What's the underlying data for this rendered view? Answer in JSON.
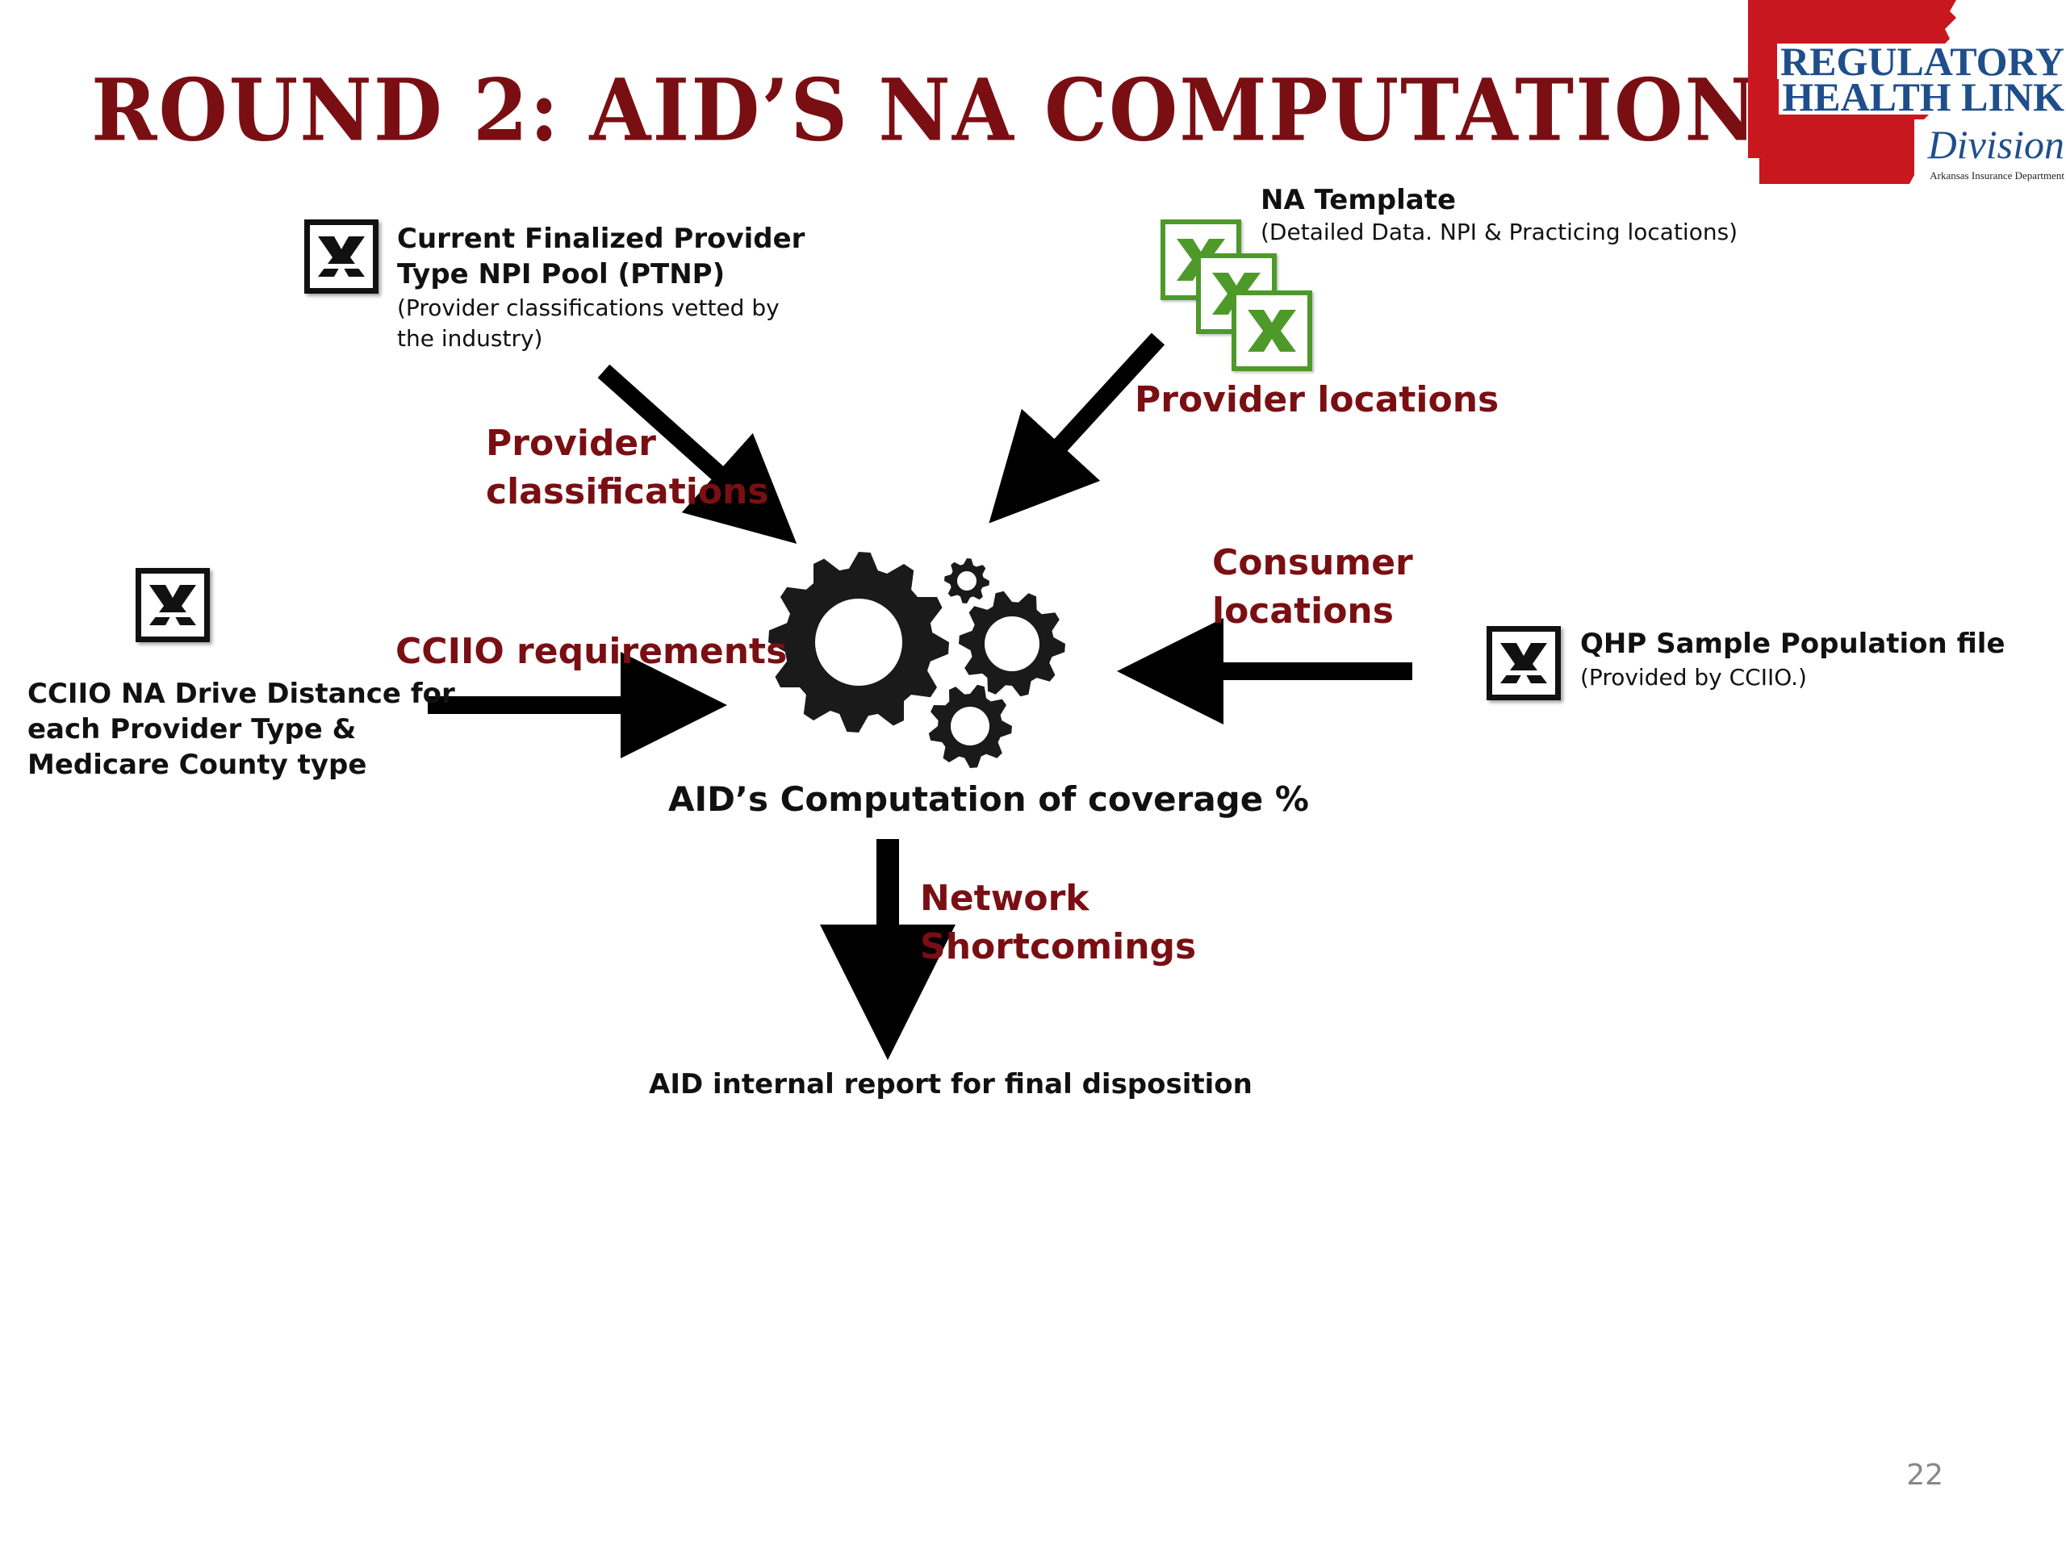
{
  "slide": {
    "title": "ROUND 2: AID’S NA COMPUTATION",
    "page_number": "22"
  },
  "logo": {
    "line1": "REGULATORY",
    "line2": "HEALTH LINK",
    "line3": "Division",
    "line4": "Arkansas Insurance Department"
  },
  "inputs": {
    "ptnp": {
      "title_line1": "Current Finalized Provider",
      "title_line2": "Type NPI Pool (PTNP)",
      "desc_line1": "(Provider classifications vetted by",
      "desc_line2": "the industry)",
      "icon": "excel-file-icon"
    },
    "na_template": {
      "title": "NA Template",
      "desc": "(Detailed Data. NPI & Practicing locations)",
      "icon": "excel-files-stack-icon"
    },
    "cciio": {
      "line1": "CCIIO NA Drive Distance for",
      "line2": "each Provider Type &",
      "line3": "Medicare County type",
      "icon": "excel-file-icon"
    },
    "qhp": {
      "title": "QHP Sample Population file",
      "desc": "(Provided by CCIIO.)",
      "icon": "excel-file-icon"
    }
  },
  "flows": {
    "provider_classifications_line1": "Provider",
    "provider_classifications_line2": "classifications",
    "provider_locations": "Provider locations",
    "cciio_requirements": "CCIIO requirements",
    "consumer_locations_line1": "Consumer",
    "consumer_locations_line2": "locations",
    "network_shortcomings_line1": "Network",
    "network_shortcomings_line2": "Shortcomings"
  },
  "center": {
    "label": "AID’s Computation of coverage %",
    "icon": "gears-icon"
  },
  "output": {
    "label": "AID internal report for final disposition"
  },
  "colors": {
    "accent_red": "#7a0f13",
    "logo_red": "#c8171e",
    "logo_blue": "#1f4e8c",
    "excel_green": "#4d9a2a"
  }
}
